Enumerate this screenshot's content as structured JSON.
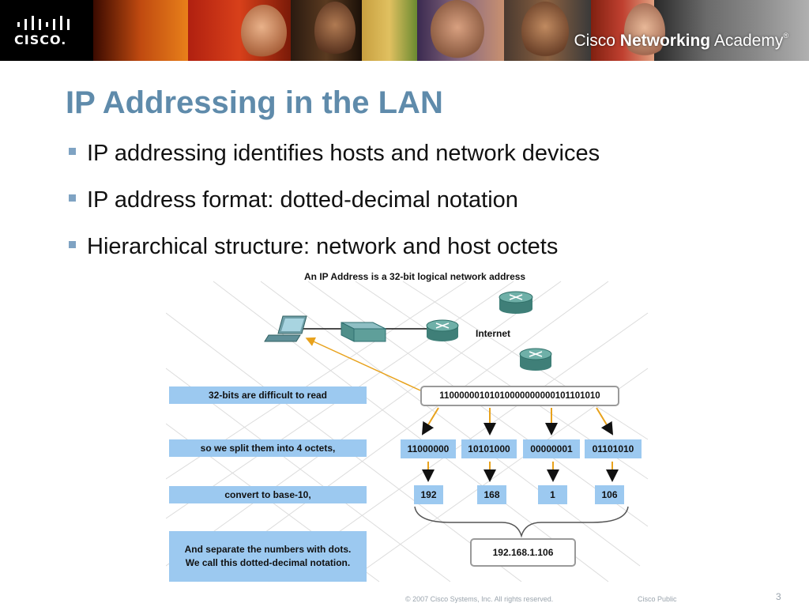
{
  "brand": {
    "logo_text": "CISCO.",
    "academy_prefix": "Cisco ",
    "academy_strong": "Networking",
    "academy_suffix": " Academy",
    "trademark": "®"
  },
  "slide": {
    "title": "IP Addressing in the LAN",
    "bullets": [
      "IP addressing identifies hosts and network devices",
      "IP address format:  dotted-decimal notation",
      "Hierarchical structure:  network and host octets"
    ]
  },
  "diagram": {
    "heading": "An IP Address is a 32-bit logical network address",
    "internet_label": "Internet",
    "binary_address": "11000000101010000000000101101010",
    "steps": [
      "32-bits are difficult to read",
      "so we split them into 4 octets,",
      "convert to base-10,",
      "And separate the numbers with dots.\nWe call this dotted-decimal notation."
    ],
    "octets_binary": [
      "11000000",
      "10101000",
      "00000001",
      "01101010"
    ],
    "octets_decimal": [
      "192",
      "168",
      "1",
      "106"
    ],
    "dotted_result": "192.168.1.106"
  },
  "footer": {
    "copyright": "© 2007 Cisco Systems, Inc. All rights reserved.",
    "classification": "Cisco Public",
    "page_number": "3"
  },
  "colors": {
    "title": "#5f8bab",
    "bullet_square": "#7fa3c3",
    "label_fill": "#9cc9f0",
    "router": "#4f8f86",
    "arrow_orange": "#e8a21c",
    "underline_red": "#c0272d"
  },
  "icons": [
    "cisco-logo-icon",
    "laptop-icon",
    "switch-icon",
    "router-icon"
  ]
}
